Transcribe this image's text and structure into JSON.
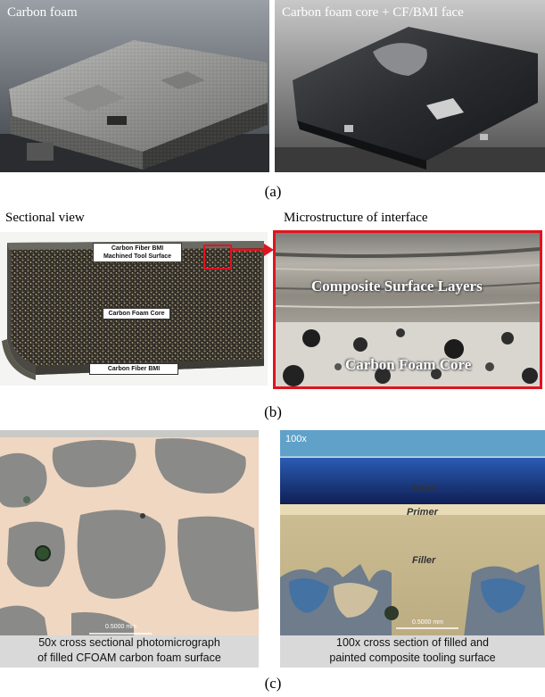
{
  "row_a": {
    "left_caption": "Carbon foam",
    "right_caption": "Carbon foam core + CF/BMI face",
    "label": "(a)"
  },
  "row_b": {
    "left_title": "Sectional view",
    "right_title": "Microstructure of interface",
    "label_top": "Carbon Fiber BMI Machined Tool Surface",
    "label_core": "Carbon Foam Core",
    "label_bottom": "Carbon Fiber BMI",
    "micro_top": "Composite Surface Layers",
    "micro_bottom": "Carbon Foam Core",
    "label": "(b)"
  },
  "row_c": {
    "left_scale": "0.5000 mm",
    "left_caption_1": "50x cross sectional photomicrograph",
    "left_caption_2": "of filled CFOAM carbon foam surface",
    "right_mag": "100x",
    "right_paint": "Paint",
    "right_primer": "Primer",
    "right_filler": "Filler",
    "right_scale": "0.5000 mm",
    "right_caption_1": "100x cross section of filled and",
    "right_caption_2": "painted composite tooling surface",
    "label": "(c)"
  },
  "colors": {
    "highlight_red": "#e0141e",
    "foam_gray": "#8a8a88",
    "paint_blue": "#1e3b88",
    "filler_tan": "#c8b98f"
  }
}
